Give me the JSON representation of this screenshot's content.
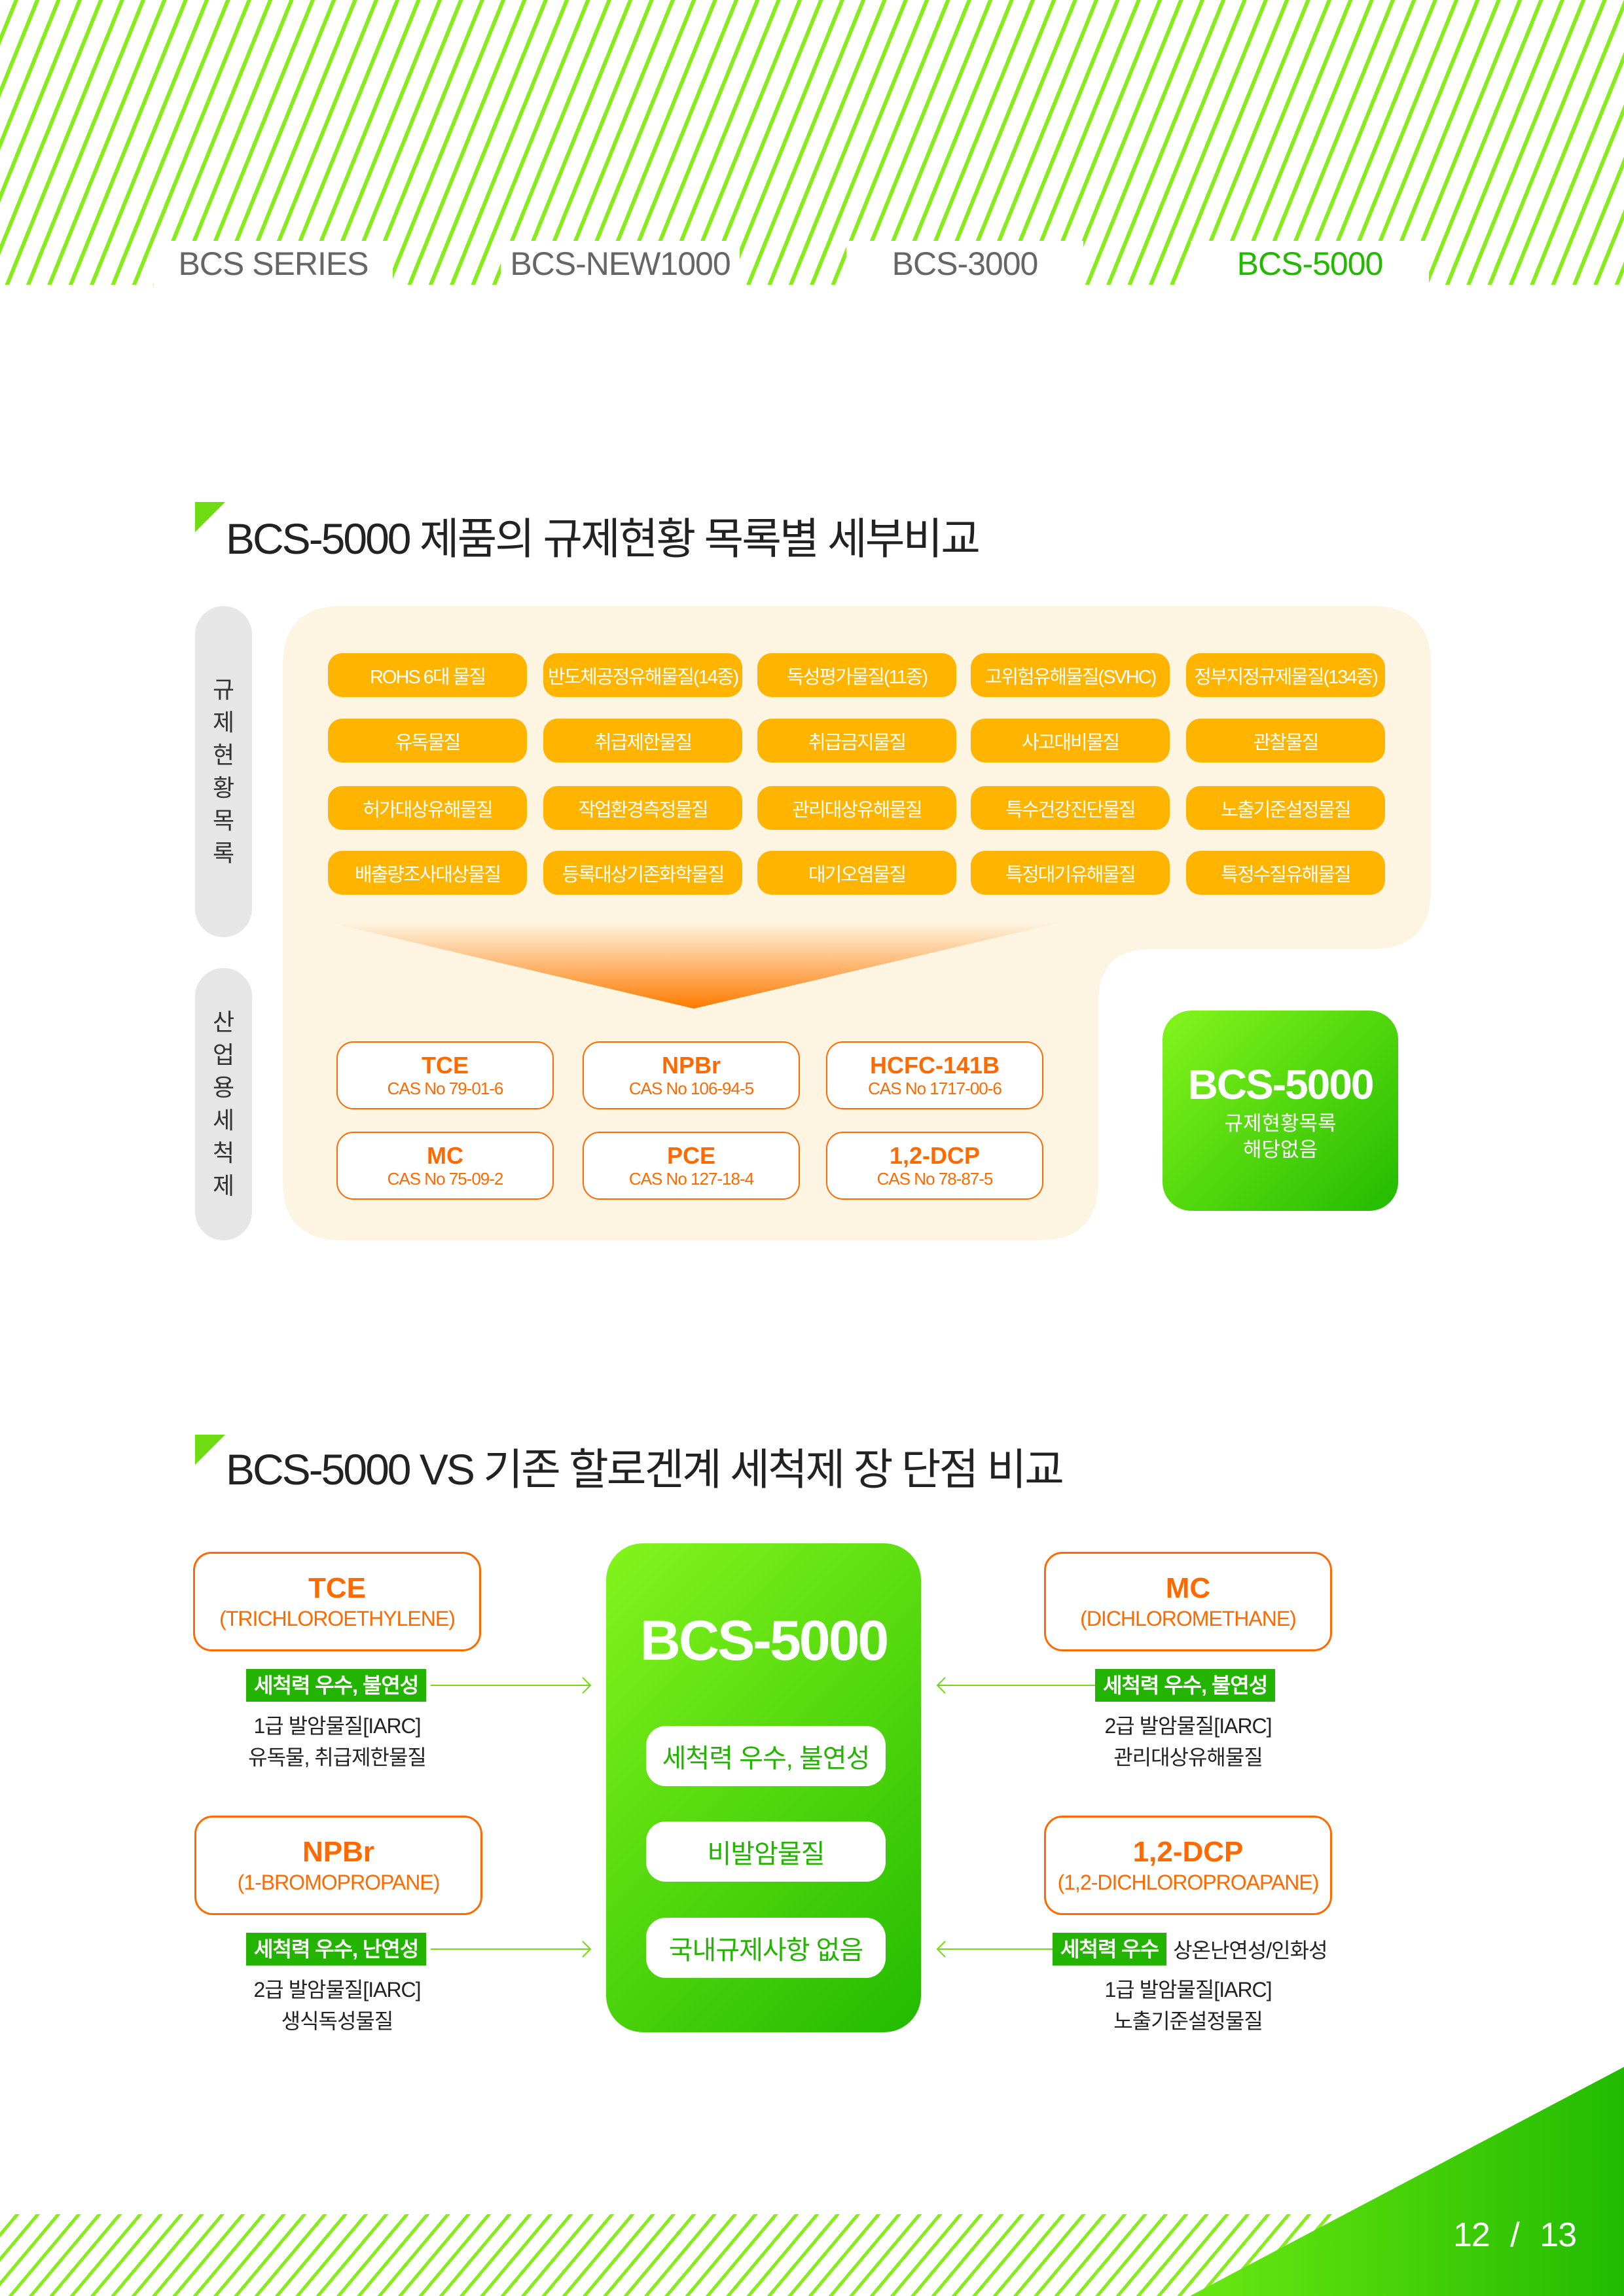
{
  "tabs": [
    "BCS SERIES",
    "BCS-NEW1000",
    "BCS-3000",
    "BCS-5000"
  ],
  "active_tab": 3,
  "colors": {
    "green": "#22b400",
    "lime": "#84f51c",
    "orange": "#ff6a00",
    "amber": "#ffb400",
    "cream": "#fdf4e1"
  },
  "section1": {
    "title": "BCS-5000 제품의 규제현황 목록별 세부비교",
    "reg_label": "규제현황목록",
    "solvent_label": "산업용세척제",
    "regulations": [
      [
        "ROHS 6대 물질",
        "반도체공정유해물질(14종)",
        "독성평가물질(11종)",
        "고위험유해물질(SVHC)",
        "정부지정규제물질(134종)"
      ],
      [
        "유독물질",
        "취급제한물질",
        "취급금지물질",
        "사고대비물질",
        "관찰물질"
      ],
      [
        "허가대상유해물질",
        "작업환경측정물질",
        "관리대상유해물질",
        "특수건강진단물질",
        "노출기준설정물질"
      ],
      [
        "배출량조사대상물질",
        "등록대상기존화학물질",
        "대기오염물질",
        "특정대기유해물질",
        "특정수질유해물질"
      ]
    ],
    "chemicals": [
      {
        "name": "TCE",
        "cas": "CAS No 79-01-6"
      },
      {
        "name": "NPBr",
        "cas": "CAS No 106-94-5"
      },
      {
        "name": "HCFC-141B",
        "cas": "CAS No 1717-00-6"
      },
      {
        "name": "MC",
        "cas": "CAS No 75-09-2"
      },
      {
        "name": "PCE",
        "cas": "CAS No 127-18-4"
      },
      {
        "name": "1,2-DCP",
        "cas": "CAS No 78-87-5"
      }
    ],
    "product": {
      "name": "BCS-5000",
      "line1": "규제현황목록",
      "line2": "해당없음"
    }
  },
  "section2": {
    "title": "BCS-5000 VS 기존 할로겐계 세척제 장 단점 비교",
    "center": {
      "name": "BCS-5000",
      "features": [
        "세척력 우수, 불연성",
        "비발암물질",
        "국내규제사항 없음"
      ]
    },
    "tce": {
      "name": "TCE",
      "full": "(TRICHLOROETHYLENE)",
      "tag": "세척력 우수, 불연성",
      "notes": [
        "1급 발암물질[IARC]",
        "유독물, 취급제한물질"
      ]
    },
    "npbr": {
      "name": "NPBr",
      "full": "(1-BROMOPROPANE)",
      "tag": "세척력 우수, 난연성",
      "notes": [
        "2급 발암물질[IARC]",
        "생식독성물질"
      ]
    },
    "mc": {
      "name": "MC",
      "full": "(DICHLOROMETHANE)",
      "tag": "세척력 우수, 불연성",
      "notes": [
        "2급 발암물질[IARC]",
        "관리대상유해물질"
      ]
    },
    "dcp": {
      "name": "1,2-DCP",
      "full": "(1,2-DICHLOROPROAPANE)",
      "tag": "세척력 우수",
      "tag_extra": "상온난연성/인화성",
      "notes": [
        "1급 발암물질[IARC]",
        "노출기준설정물질"
      ]
    }
  },
  "page": {
    "current": "12",
    "sep": "/",
    "total": "13"
  }
}
